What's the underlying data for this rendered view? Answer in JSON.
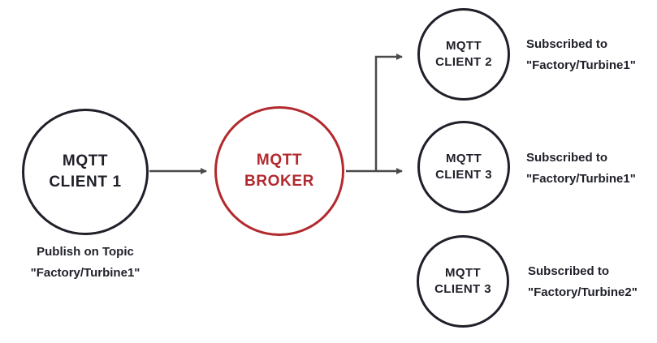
{
  "colors": {
    "dark": "#1f2029",
    "red": "#b2292e",
    "arrow": "#4a4a4d",
    "bg": "#ffffff"
  },
  "nodes": {
    "client1": {
      "line1": "MQTT",
      "line2": "CLIENT 1",
      "caption1": "Publish on Topic",
      "caption2": "\"Factory/Turbine1\""
    },
    "broker": {
      "line1": "MQTT",
      "line2": "BROKER"
    },
    "client2": {
      "line1": "MQTT",
      "line2": "CLIENT 2",
      "caption1": "Subscribed to",
      "caption2": "\"Factory/Turbine1\""
    },
    "client3_mid": {
      "line1": "MQTT",
      "line2": "CLIENT 3",
      "caption1": "Subscribed to",
      "caption2": "\"Factory/Turbine1\""
    },
    "client3_bottom": {
      "line1": "MQTT",
      "line2": "CLIENT 3",
      "caption1": "Subscribed to",
      "caption2": "\"Factory/Turbine2\""
    }
  }
}
